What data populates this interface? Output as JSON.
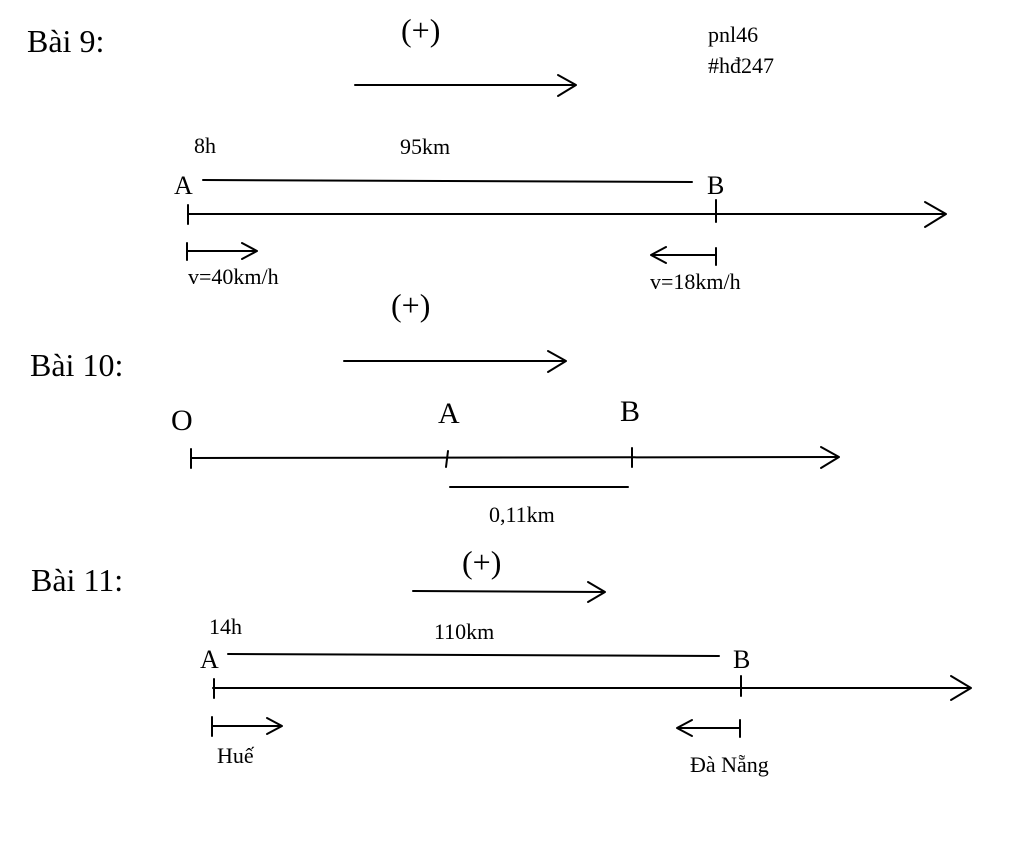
{
  "watermark": {
    "line1": "pnl46",
    "line2": "#hđ247"
  },
  "problem9": {
    "heading": "Bài 9:",
    "direction_sign": "(+)",
    "time": "8h",
    "distance": "95km",
    "point_a": "A",
    "point_b": "B",
    "speed_a": "v=40km/h",
    "speed_b": "v=18km/h"
  },
  "problem10": {
    "heading": "Bài 10:",
    "direction_sign": "(+)",
    "point_o": "O",
    "point_a": "A",
    "point_b": "B",
    "distance": "0,11km"
  },
  "problem11": {
    "heading": "Bài 11:",
    "direction_sign": "(+)",
    "time": "14h",
    "distance": "110km",
    "point_a": "A",
    "point_b": "B",
    "place_a": "Huế",
    "place_b": "Đà Nẵng"
  }
}
